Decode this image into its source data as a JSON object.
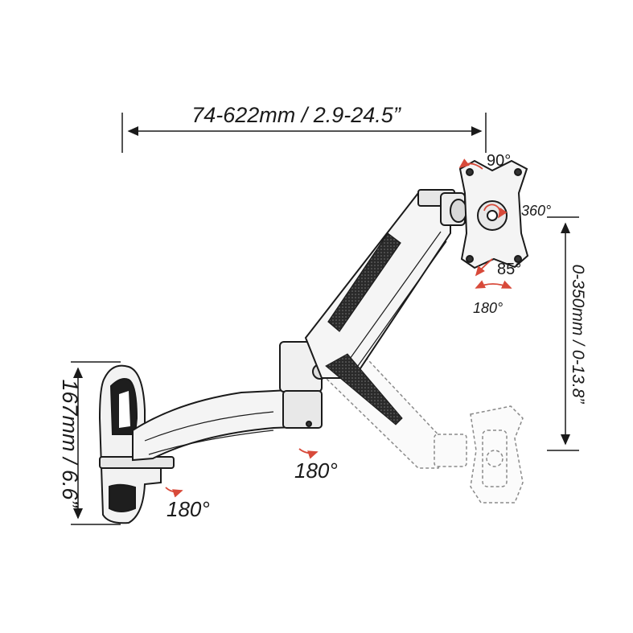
{
  "dimensions": {
    "reach": "74-622mm / 2.9-24.5”",
    "height_adjust": "0-350mm / 0-13.8”",
    "wall_plate_height": "167mm / 6.6”"
  },
  "rotations": {
    "tilt_up": "90°",
    "rotate": "360°",
    "tilt_down": "85°",
    "head_swivel": "180°",
    "elbow_swivel": "180°",
    "base_swivel": "180°"
  },
  "colors": {
    "line": "#1a1a1a",
    "arrow_red": "#d84a3a",
    "ghost": "#9a9a9a"
  }
}
